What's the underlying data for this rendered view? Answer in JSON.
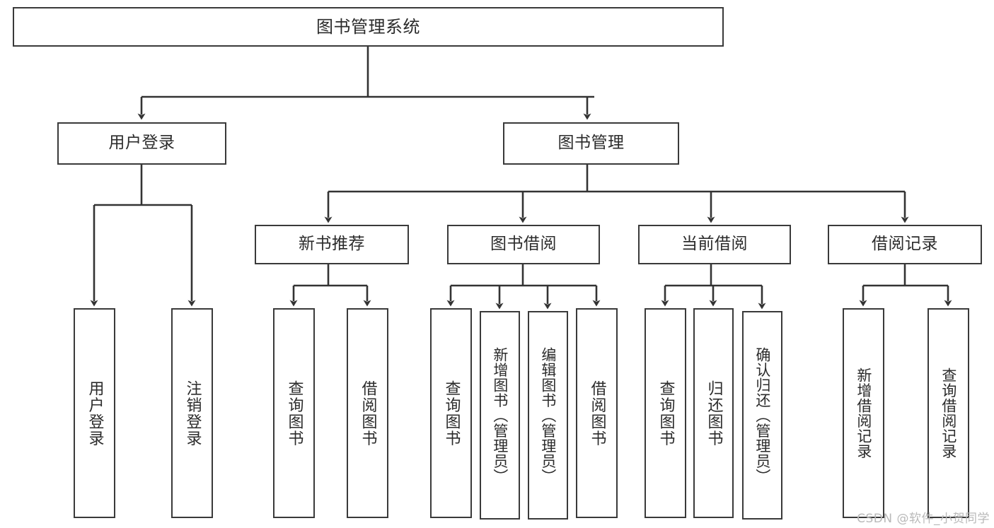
{
  "diagram": {
    "title_text": "图书管理系统",
    "type": "hierarchy-tree",
    "colors": {
      "box_border": "#3a3a3a",
      "box_fill": "#ffffff",
      "connector": "#333333",
      "text": "#2b2b2b",
      "watermark": "#b9b9b9",
      "background": "#ffffff"
    },
    "levels": [
      {
        "level": 1,
        "nodes": [
          {
            "id": "root",
            "label": "图书管理系统",
            "orientation": "horizontal"
          }
        ]
      },
      {
        "level": 2,
        "nodes": [
          {
            "id": "user-login",
            "label": "用户登录",
            "orientation": "horizontal",
            "parent": "root"
          },
          {
            "id": "book-manage",
            "label": "图书管理",
            "orientation": "horizontal",
            "parent": "root"
          }
        ]
      },
      {
        "level": 3,
        "nodes": [
          {
            "id": "new-book-recommend",
            "label": "新书推荐",
            "orientation": "horizontal",
            "parent": "book-manage"
          },
          {
            "id": "book-borrow",
            "label": "图书借阅",
            "orientation": "horizontal",
            "parent": "book-manage"
          },
          {
            "id": "current-borrow",
            "label": "当前借阅",
            "orientation": "horizontal",
            "parent": "book-manage"
          },
          {
            "id": "borrow-record",
            "label": "借阅记录",
            "orientation": "horizontal",
            "parent": "book-manage"
          }
        ]
      },
      {
        "level": 4,
        "nodes": [
          {
            "id": "leaf-user-login",
            "label": "用户登录",
            "orientation": "vertical",
            "parent": "user-login"
          },
          {
            "id": "leaf-logout-login",
            "label": "注销登录",
            "orientation": "vertical",
            "parent": "user-login"
          },
          {
            "id": "leaf-query-book-1",
            "label": "查询图书",
            "orientation": "vertical",
            "parent": "new-book-recommend"
          },
          {
            "id": "leaf-borrow-book-1",
            "label": "借阅图书",
            "orientation": "vertical",
            "parent": "new-book-recommend"
          },
          {
            "id": "leaf-query-book-2",
            "label": "查询图书",
            "orientation": "vertical",
            "parent": "book-borrow"
          },
          {
            "id": "leaf-add-book",
            "label": "新增图书（管理员）",
            "orientation": "vertical",
            "parent": "book-borrow"
          },
          {
            "id": "leaf-edit-book",
            "label": "编辑图书（管理员）",
            "orientation": "vertical",
            "parent": "book-borrow"
          },
          {
            "id": "leaf-borrow-book-2",
            "label": "借阅图书",
            "orientation": "vertical",
            "parent": "book-borrow"
          },
          {
            "id": "leaf-query-book-3",
            "label": "查询图书",
            "orientation": "vertical",
            "parent": "current-borrow"
          },
          {
            "id": "leaf-return-book",
            "label": "归还图书",
            "orientation": "vertical",
            "parent": "current-borrow"
          },
          {
            "id": "leaf-confirm-return",
            "label": "确认归还（管理员）",
            "orientation": "vertical",
            "parent": "current-borrow"
          },
          {
            "id": "leaf-add-record",
            "label": "新增借阅记录",
            "orientation": "vertical",
            "parent": "borrow-record"
          },
          {
            "id": "leaf-query-record",
            "label": "查询借阅记录",
            "orientation": "vertical",
            "parent": "borrow-record"
          }
        ]
      }
    ]
  },
  "watermark": {
    "text": "CSDN @软件_小贺同学"
  }
}
